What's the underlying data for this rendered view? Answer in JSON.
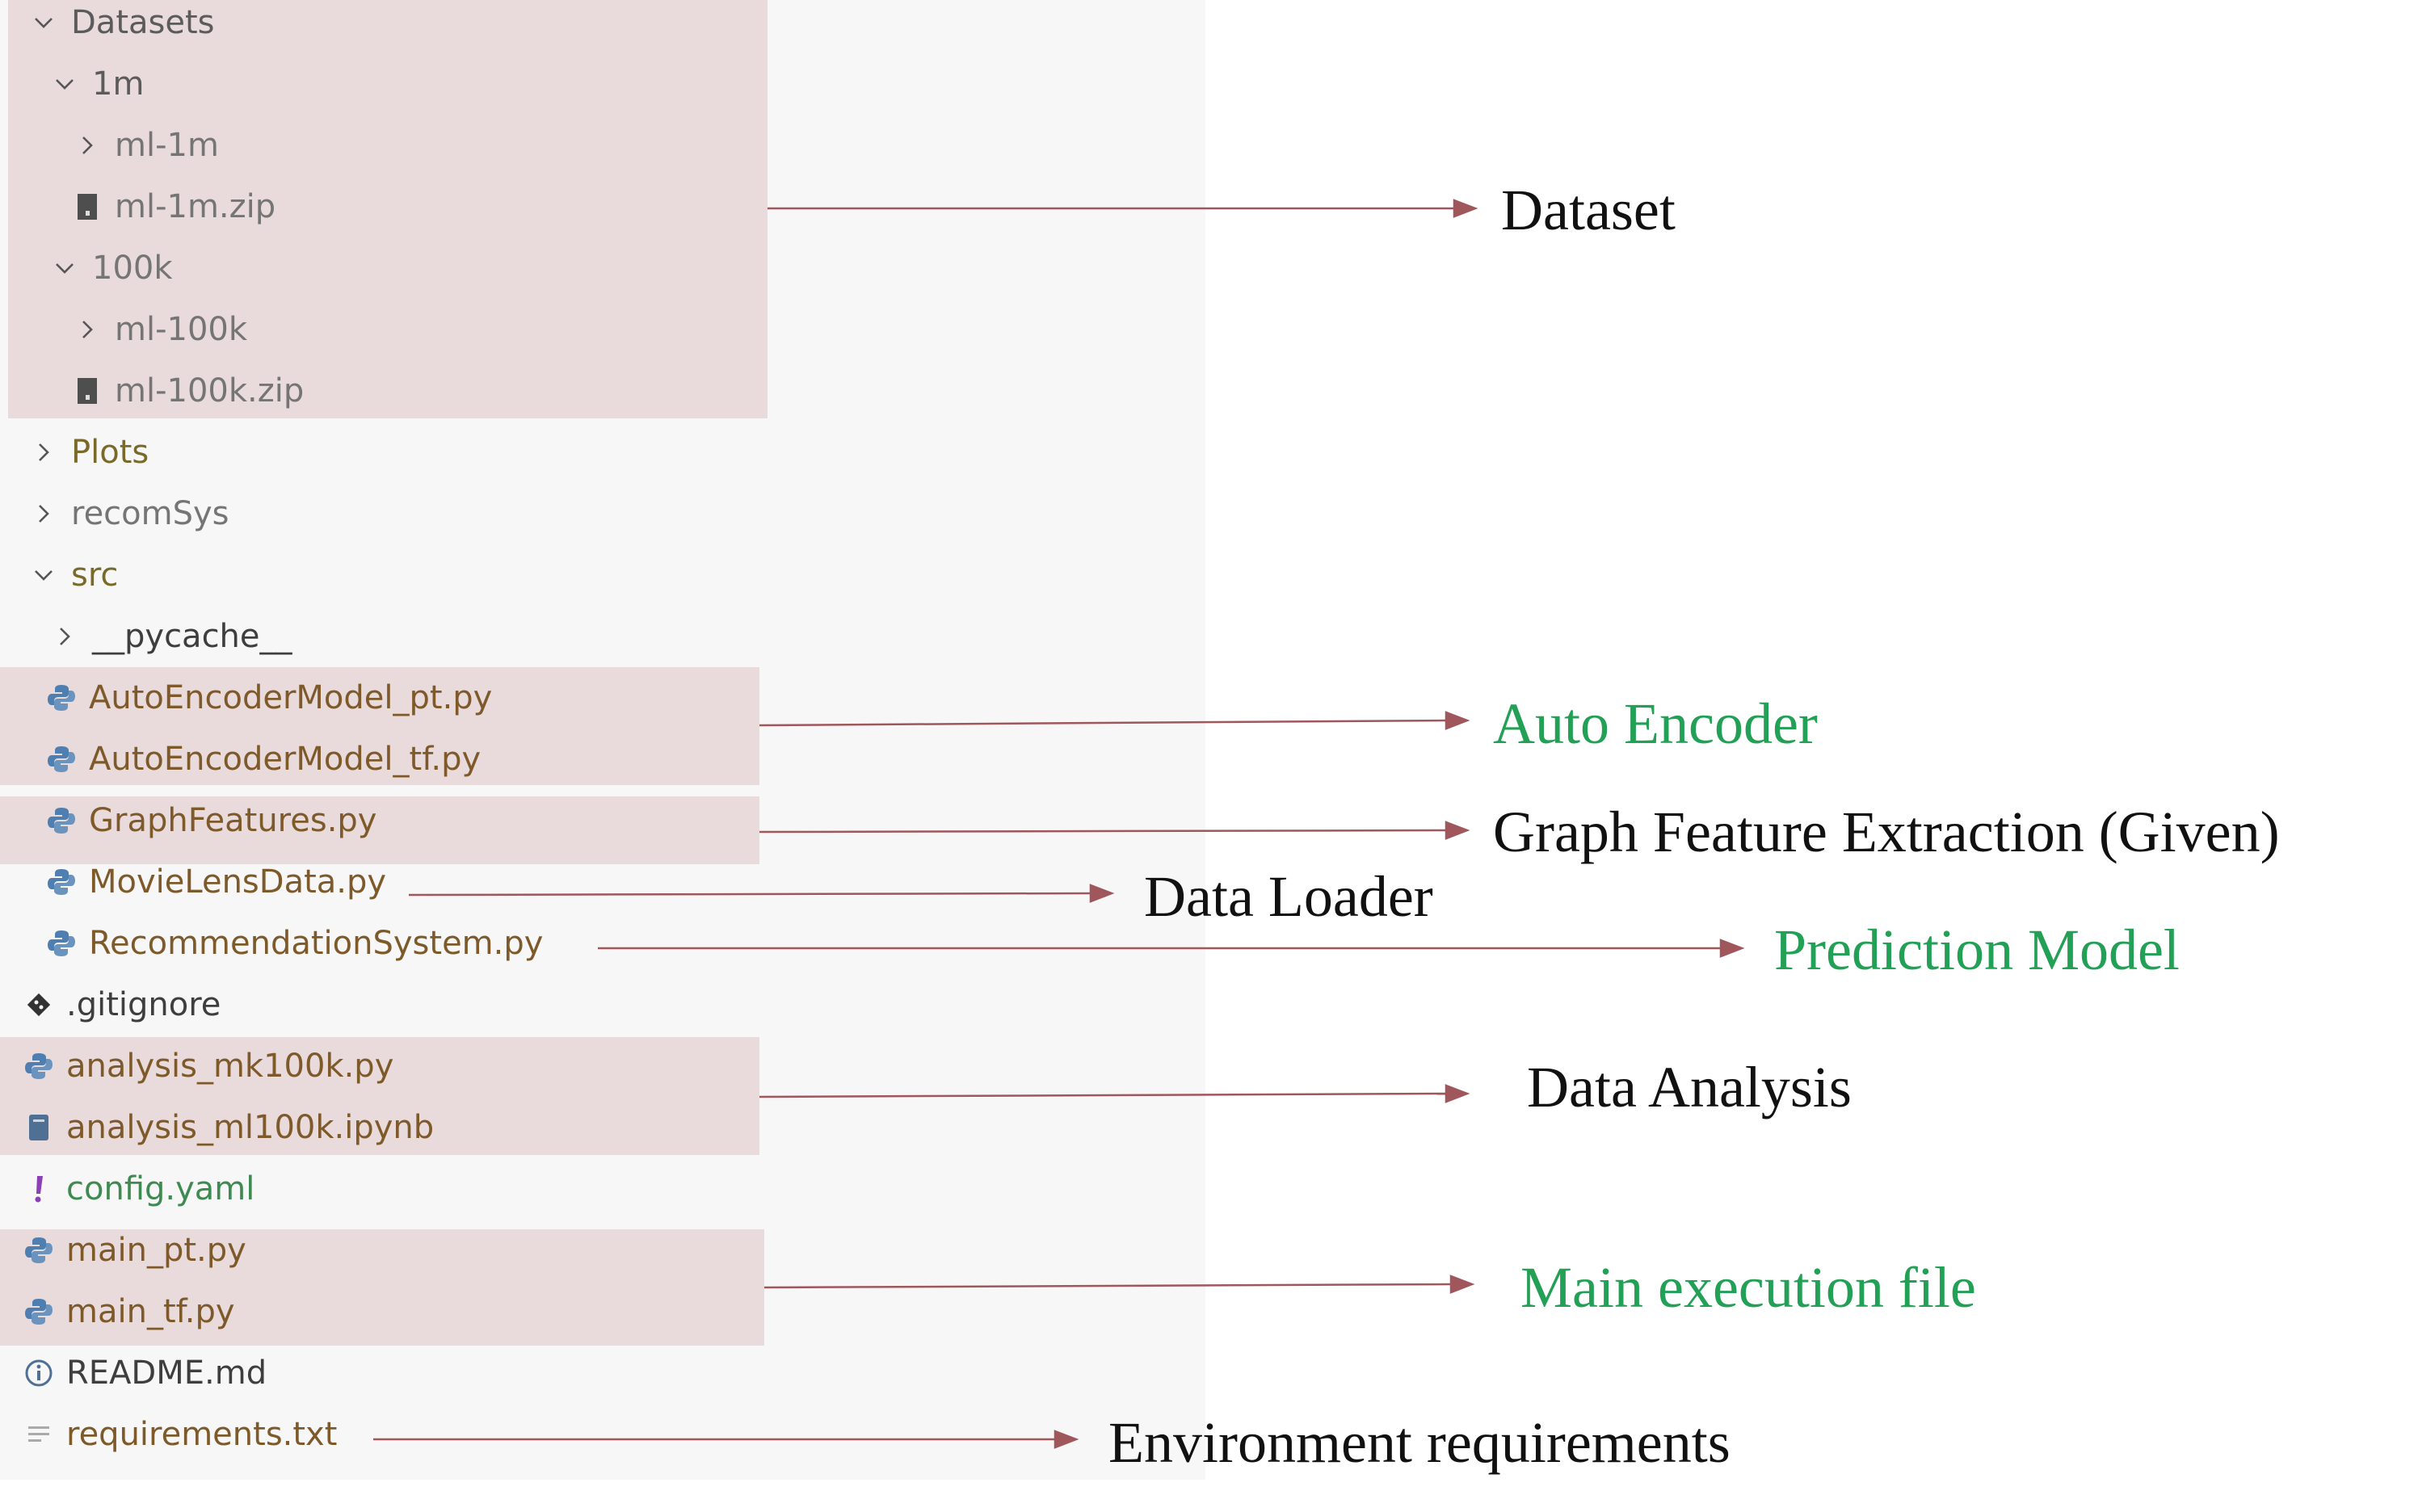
{
  "explorer": {
    "items": [
      {
        "label": "Datasets",
        "chevron": "expanded",
        "icon": null,
        "color": "folder"
      },
      {
        "label": "1m",
        "chevron": "expanded",
        "icon": null,
        "color": "folder"
      },
      {
        "label": "ml-1m",
        "chevron": "collapsed",
        "icon": null,
        "color": "dim"
      },
      {
        "label": "ml-1m.zip",
        "chevron": null,
        "icon": "zip-file-icon",
        "color": "dim"
      },
      {
        "label": "100k",
        "chevron": "expanded",
        "icon": null,
        "color": "dim"
      },
      {
        "label": "ml-100k",
        "chevron": "collapsed",
        "icon": null,
        "color": "dim"
      },
      {
        "label": "ml-100k.zip",
        "chevron": null,
        "icon": "zip-file-icon",
        "color": "dim"
      },
      {
        "label": "Plots",
        "chevron": "collapsed",
        "icon": null,
        "color": "olive"
      },
      {
        "label": "recomSys",
        "chevron": "collapsed",
        "icon": null,
        "color": "dim"
      },
      {
        "label": "src",
        "chevron": "expanded",
        "icon": null,
        "color": "olive"
      },
      {
        "label": "__pycache__",
        "chevron": "collapsed",
        "icon": null,
        "color": "dark"
      },
      {
        "label": "AutoEncoderModel_pt.py",
        "chevron": null,
        "icon": "python-icon",
        "color": "brown"
      },
      {
        "label": "AutoEncoderModel_tf.py",
        "chevron": null,
        "icon": "python-icon",
        "color": "brown"
      },
      {
        "label": "GraphFeatures.py",
        "chevron": null,
        "icon": "python-icon",
        "color": "brown"
      },
      {
        "label": "MovieLensData.py",
        "chevron": null,
        "icon": "python-icon",
        "color": "brown"
      },
      {
        "label": "RecommendationSystem.py",
        "chevron": null,
        "icon": "python-icon",
        "color": "brown"
      },
      {
        "label": ".gitignore",
        "chevron": null,
        "icon": "git-icon",
        "color": "dark"
      },
      {
        "label": "analysis_mk100k.py",
        "chevron": null,
        "icon": "python-icon",
        "color": "brown"
      },
      {
        "label": "analysis_ml100k.ipynb",
        "chevron": null,
        "icon": "notebook-icon",
        "color": "brown"
      },
      {
        "label": "config.yaml",
        "chevron": null,
        "icon": "yaml-icon",
        "color": "green"
      },
      {
        "label": "main_pt.py",
        "chevron": null,
        "icon": "python-icon",
        "color": "brown"
      },
      {
        "label": "main_tf.py",
        "chevron": null,
        "icon": "python-icon",
        "color": "brown"
      },
      {
        "label": "README.md",
        "chevron": null,
        "icon": "info-icon",
        "color": "dark"
      },
      {
        "label": "requirements.txt",
        "chevron": null,
        "icon": "text-file-icon",
        "color": "brown"
      }
    ]
  },
  "annotations": {
    "dataset": "Dataset",
    "auto_encoder": "Auto Encoder",
    "graph_features": "Graph Feature Extraction (Given)",
    "data_loader": "Data Loader",
    "prediction_model": "Prediction Model",
    "data_analysis": "Data Analysis",
    "main_execution": "Main execution file",
    "environment": "Environment requirements"
  },
  "colors": {
    "highlight": "#e9dadb",
    "arrow": "#a0575c",
    "annotation_green": "#22a055",
    "annotation_black": "#111111"
  }
}
